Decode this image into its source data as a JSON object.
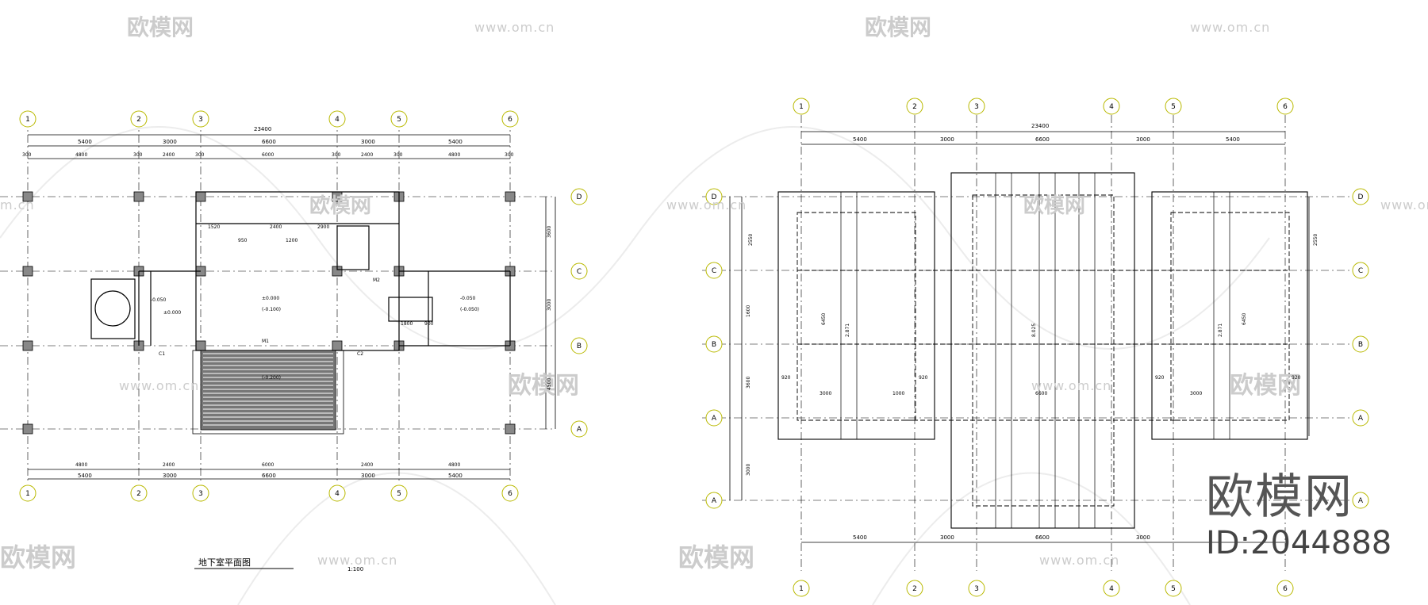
{
  "watermark": {
    "brand": "欧模网",
    "url": "www.om.cn",
    "url_short": "m.cn",
    "id_label": "ID:2044888"
  },
  "plan_left": {
    "title": "地下室平面图",
    "scale": "1:100",
    "total_width": "23400",
    "bay_dims": [
      "5400",
      "3000",
      "6600",
      "3000",
      "5400"
    ],
    "sub_dims": [
      "300",
      "4800",
      "300",
      "2400",
      "300",
      "6000",
      "300",
      "2400",
      "300",
      "4800",
      "300"
    ],
    "bottom_sub_dims": [
      "4800",
      "2400",
      "6000",
      "2400",
      "4800"
    ],
    "right_dims": [
      "3600",
      "3000",
      "4500"
    ],
    "room_labels": [
      "±0.000",
      "(-0.100)",
      "-0.050",
      "±0.000",
      "-0.050",
      "(-0.050)",
      "(-0.200)"
    ],
    "misc_labels": [
      "1520",
      "2400",
      "2900",
      "950",
      "1200",
      "1800",
      "900",
      "C1",
      "M1",
      "C2",
      "M2"
    ]
  },
  "plan_right": {
    "total_width": "23400",
    "bay_dims": [
      "5400",
      "3000",
      "6600",
      "3000",
      "5400"
    ],
    "labels": [
      "2550",
      "2550",
      "6450",
      "6450",
      "1600",
      "3600",
      "3000",
      "920",
      "3000",
      "920",
      "920",
      "3000",
      "920",
      "2.871",
      "8.025",
      "2.871",
      "1000",
      "6600"
    ]
  },
  "axes": {
    "columns": [
      "1",
      "2",
      "3",
      "4",
      "5",
      "6"
    ],
    "rows": [
      "D",
      "C",
      "B",
      "A"
    ]
  }
}
